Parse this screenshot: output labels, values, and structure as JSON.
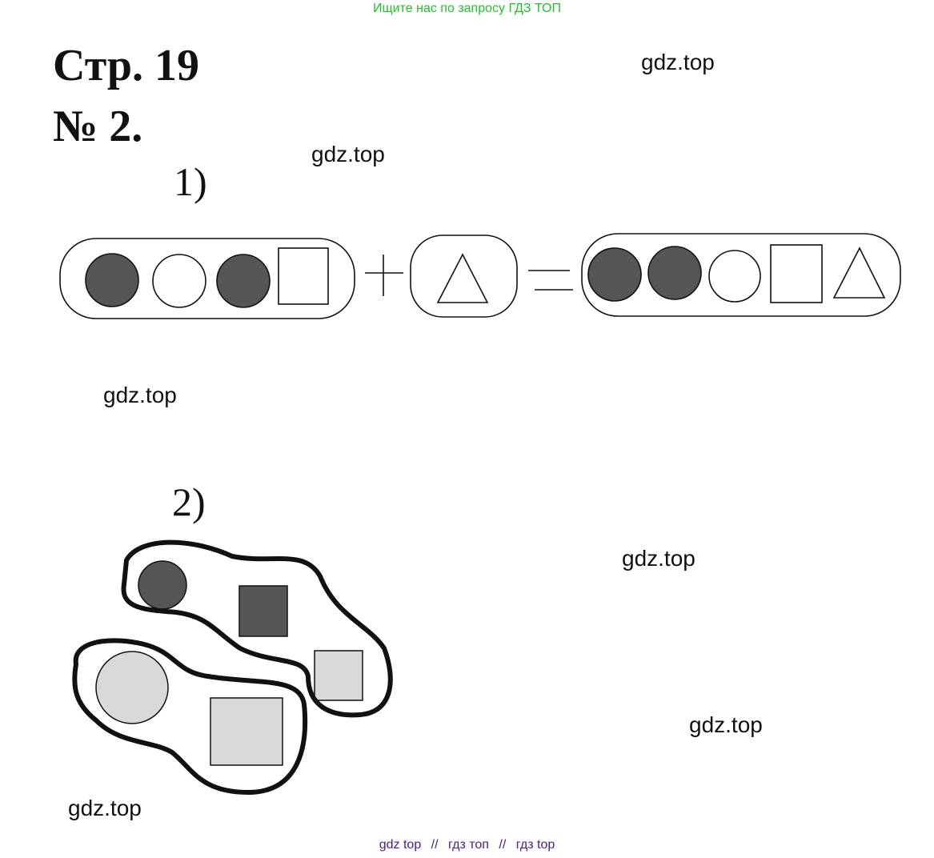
{
  "banner": "Ищите нас по запросу ГДЗ ТОП",
  "heading": {
    "page": "Стр. 19",
    "task": "№ 2."
  },
  "parts": [
    "1)",
    "2)"
  ],
  "watermarks": [
    "gdz.top",
    "gdz.top",
    "gdz.top",
    "gdz.top",
    "gdz.top",
    "gdz.top"
  ],
  "footer": {
    "links": [
      "gdz top",
      "гдз топ",
      "гдз top"
    ],
    "separator": "//"
  },
  "colors": {
    "dark_fill": "#555555",
    "light_fill": "#d9d9d9",
    "banner": "#22c02a",
    "footer": "#4a1d8a"
  }
}
